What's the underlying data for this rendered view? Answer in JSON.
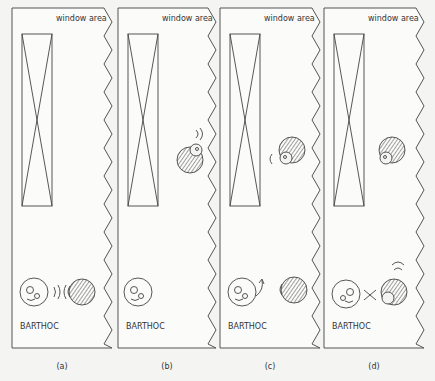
{
  "diagram": {
    "nodes": [
      {
        "text": [
          "window area",
          "BARTHOC"
        ]
      },
      {
        "text": [
          "window area",
          "BARTHOC"
        ]
      },
      {
        "text": [
          "window area",
          "BARTHOC"
        ]
      },
      {
        "text": [
          "window area",
          "BARTHOC"
        ]
      }
    ],
    "labels": [
      "(a)",
      "(b)",
      "(c)",
      "(d)"
    ]
  }
}
